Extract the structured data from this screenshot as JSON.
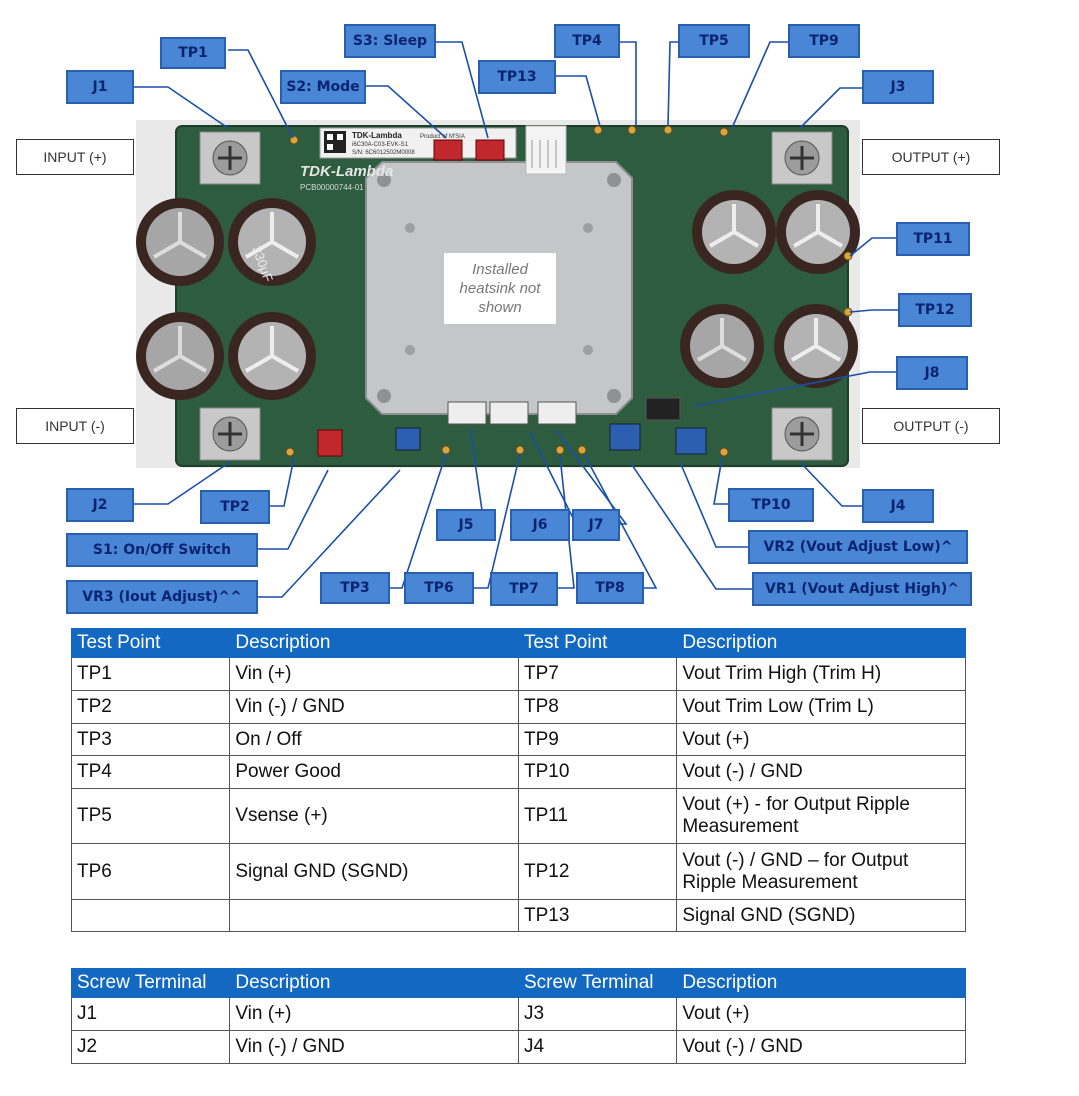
{
  "callouts": {
    "tp1": "TP1",
    "j1": "J1",
    "s3": "S3: Sleep",
    "s2": "S2: Mode",
    "tp13": "TP13",
    "tp4": "TP4",
    "tp5": "TP5",
    "tp9": "TP9",
    "j3": "J3",
    "tp11": "TP11",
    "tp12": "TP12",
    "j8": "J8",
    "j2": "J2",
    "tp2": "TP2",
    "s1": "S1: On/Off Switch",
    "vr3": "VR3 (Iout Adjust)^^",
    "j5": "J5",
    "j6": "J6",
    "j7": "J7",
    "tp3": "TP3",
    "tp6": "TP6",
    "tp7": "TP7",
    "tp8": "TP8",
    "tp10": "TP10",
    "j4": "J4",
    "vr2": "VR2 (Vout Adjust Low)^",
    "vr1": "VR1 (Vout Adjust High)^"
  },
  "side_labels": {
    "input_pos": "INPUT (+)",
    "input_neg": "INPUT (-)",
    "output_pos": "OUTPUT (+)",
    "output_neg": "OUTPUT (-)"
  },
  "board": {
    "heatsink_note": "Installed heatsink not shown",
    "maker": "TDK-Lambda",
    "silk_part": "PCB00000744-01",
    "label_origin": "Product of M'SIA",
    "label_model": "i6C30A-C03-EVK-S1",
    "label_sn": "S/N: 6C6012502M0008",
    "cap_mark": "330μF"
  },
  "test_point_table": {
    "headers": [
      "Test Point",
      "Description",
      "Test Point",
      "Description"
    ],
    "rows": [
      [
        "TP1",
        "Vin (+)",
        "TP7",
        "Vout Trim High (Trim H)"
      ],
      [
        "TP2",
        "Vin (-) / GND",
        "TP8",
        "Vout Trim Low (Trim L)"
      ],
      [
        "TP3",
        "On / Off",
        "TP9",
        "Vout (+)"
      ],
      [
        "TP4",
        "Power Good",
        "TP10",
        "Vout (-) / GND"
      ],
      [
        "TP5",
        "Vsense (+)",
        "TP11",
        "Vout (+) - for Output Ripple Measurement"
      ],
      [
        "TP6",
        "Signal GND (SGND)",
        "TP12",
        "Vout (-) / GND – for Output Ripple Measurement"
      ],
      [
        "",
        "",
        "TP13",
        "Signal GND (SGND)"
      ]
    ]
  },
  "terminal_table": {
    "headers": [
      "Screw Terminal",
      "Description",
      "Screw Terminal",
      "Description"
    ],
    "rows": [
      [
        "J1",
        "Vin (+)",
        "J3",
        "Vout (+)"
      ],
      [
        "J2",
        "Vin (-) / GND",
        "J4",
        "Vout (-) / GND"
      ]
    ]
  }
}
